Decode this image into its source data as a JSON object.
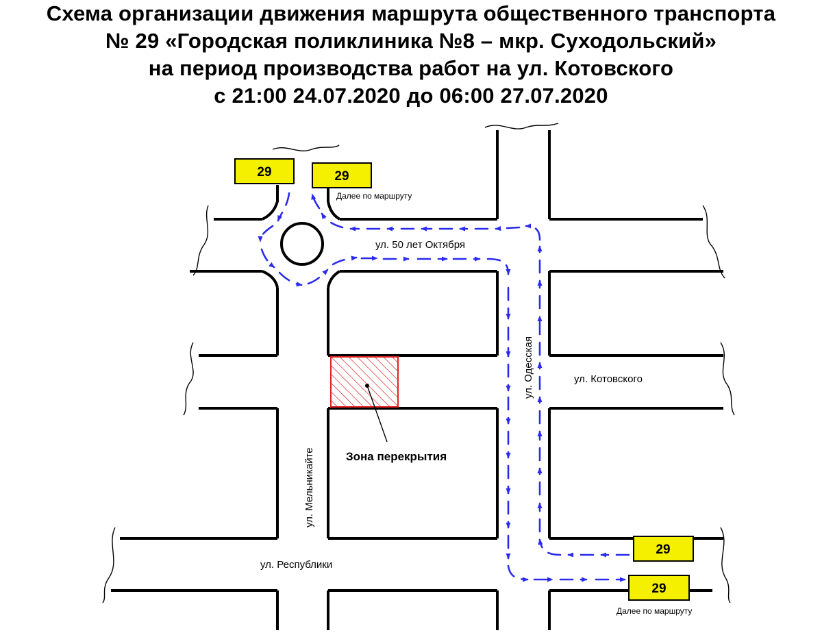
{
  "title": {
    "line1": "Схема организации движения маршрута общественного транспорта",
    "line2": "№ 29 «Городская поликлиника №8 – мкр. Суходольский»",
    "line3": "на период производства работ на ул. Котовского",
    "line4": "с 21:00 24.07.2020 до 06:00 27.07.2020"
  },
  "streets": {
    "oktyabrya": "ул. 50 лет Октября",
    "odesskaya": "ул. Одесская",
    "kotovskogo": "ул. Котовского",
    "melnikaite": "ул. Мельникайте",
    "respubliki": "ул. Республики"
  },
  "closure_zone": {
    "label": "Зона перекрытия",
    "color": "#e02020"
  },
  "route": {
    "number": "29",
    "line_color": "#2b2bf0",
    "stop_color": "#f4f000"
  },
  "stops": {
    "top_left": "29",
    "top_right": "29",
    "bottom_upper": "29",
    "bottom_lower": "29"
  },
  "notes": {
    "further_top": "Далее по маршруту",
    "further_bottom": "Далее по маршруту"
  }
}
